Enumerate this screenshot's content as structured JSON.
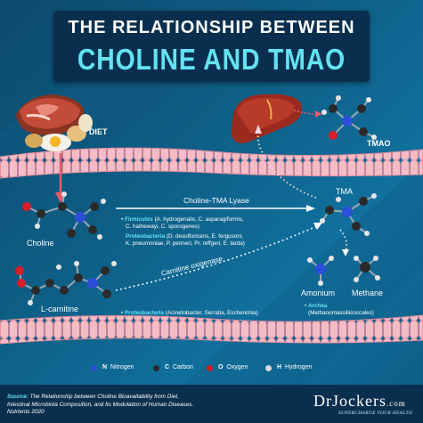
{
  "title": {
    "line1": "THE RELATIONSHIP BETWEEN",
    "line2": "CHOLINE AND TMAO"
  },
  "labels": {
    "diet": "DIET",
    "tmao": "TMAO",
    "choline": "Choline",
    "tma": "TMA",
    "l_carnitine": "L-carnitine",
    "amonium": "Amonium",
    "methane": "Methane"
  },
  "arrows": {
    "choline_tma_lyase": "Choline-TMA Lyase",
    "carnitine_oxigenase": "Carnitine oxigenase"
  },
  "bacteria": {
    "firmicutes": {
      "bullet": "•",
      "name": "Firmicutes",
      "line1": " (A. hydrogenalis, C. asparagiformis,",
      "line2": "C. hathewayi, C. sporogenes)"
    },
    "proteobacteria1": {
      "name": "Proteobacteria",
      "line1": " (D. desulfuricans, E. fergusoni,",
      "line2": "K. pneumoniae, P. penneri, Pr. reffgeri, E. tarda)"
    },
    "proteobacteria2": {
      "bullet": "•",
      "name": "Proteobacteria",
      "text": " (Acinetobacter, Serratia, Escherichia)"
    },
    "archea": {
      "bullet": "•",
      "name": "Archea",
      "text": "(Methanomassiliicoccales)"
    }
  },
  "legend": [
    {
      "letter": "N",
      "name": "Nitrogen",
      "color": "#2b4fd8"
    },
    {
      "letter": "C",
      "name": "Carbon",
      "color": "#2a2a2a"
    },
    {
      "letter": "O",
      "name": "Oxygen",
      "color": "#d81e2a"
    },
    {
      "letter": "H",
      "name": "Hydrogen",
      "color": "#d8d8d8"
    }
  ],
  "source": {
    "label": "Source:",
    "text": " The Relationship between Choline Bioavailability from Diet, Intestinal Microbiota Composition, and Its Modulation of Human Diseases. Nutrients 2020"
  },
  "brand": {
    "name": "DrJockers",
    "domain": ".com",
    "tagline": "SUPERCHARGE YOUR HEALTH"
  },
  "colors": {
    "accent": "#64e2f2",
    "title_bg": "#0a2f4e",
    "membrane": "#f3b3bf",
    "arrow": "#e8596a",
    "liver": "#9a2a1e"
  }
}
